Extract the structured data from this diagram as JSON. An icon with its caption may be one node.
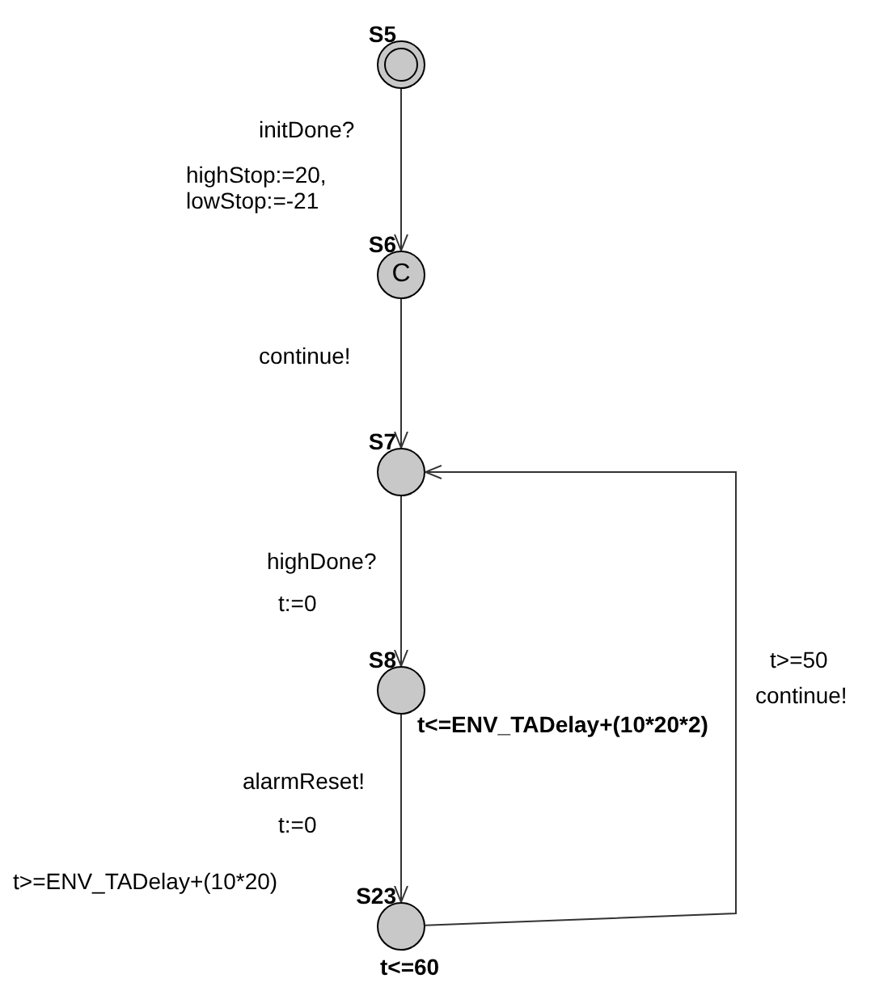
{
  "diagram": {
    "nodes": [
      {
        "text": [
          "S5"
        ]
      },
      {
        "text": [
          "S6",
          "C"
        ]
      },
      {
        "text": [
          "S7"
        ]
      },
      {
        "text": [
          "S8"
        ],
        "beside": [
          "t<=ENV_TADelay+(10*20*2)"
        ]
      },
      {
        "text": [
          "S23"
        ],
        "beside": [
          "t<=60"
        ]
      }
    ],
    "edges": [
      {
        "from": 0,
        "to": 1,
        "arrow": "to",
        "label": "initDone?"
      },
      {
        "from": 1,
        "to": 2,
        "arrow": "to",
        "label": "continue!"
      },
      {
        "from": 2,
        "to": 3,
        "arrow": "to",
        "label": "highDone?"
      },
      {
        "from": 3,
        "to": 4,
        "arrow": "to",
        "label": "alarmReset!"
      },
      {
        "from": 4,
        "to": 2,
        "arrow": "to",
        "label": "continue!"
      }
    ],
    "labels": [
      "highStop:=20, lowStop:=-21",
      "t:=0",
      "t:=0",
      "t>=ENV_TADelay+(10*20)",
      "t>=50"
    ]
  }
}
